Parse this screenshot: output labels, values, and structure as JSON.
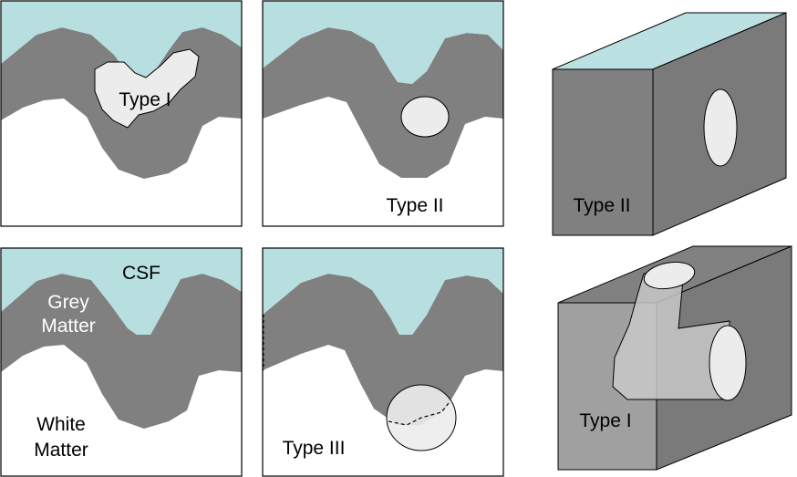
{
  "colors": {
    "csf": "#b8dfe0",
    "grey_matter": "#808080",
    "white_matter": "#ffffff",
    "lesion": "#ececec",
    "cube_front": "#808080",
    "cube_side": "#7a7a7a",
    "outline": "#000000"
  },
  "panels": {
    "type_i_2d": {
      "label": "Type I"
    },
    "type_ii_2d": {
      "label": "Type II"
    },
    "type_ii_3d": {
      "label": "Type II"
    },
    "tissue_legend": {
      "csf": "CSF",
      "grey_line1": "Grey",
      "grey_line2": "Matter",
      "white_line1": "White",
      "white_line2": "Matter"
    },
    "type_iii_2d": {
      "label": "Type III"
    },
    "type_i_3d": {
      "label": "Type I"
    }
  }
}
